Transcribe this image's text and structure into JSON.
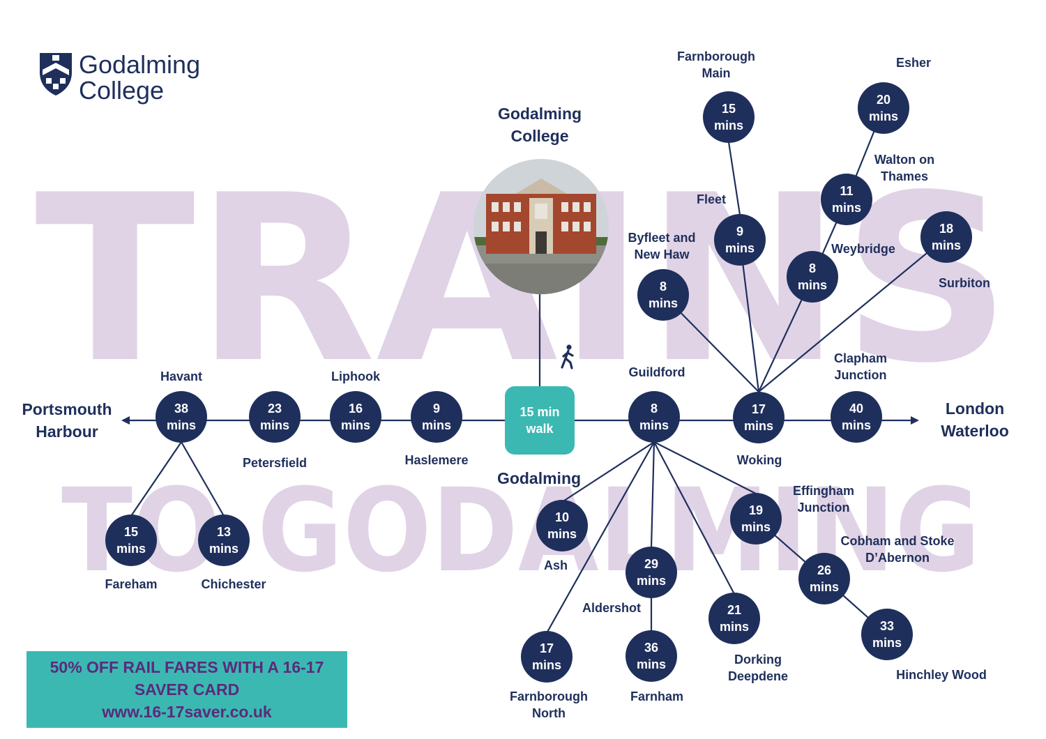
{
  "background_words": [
    "TRAINS",
    "TO GODALMING"
  ],
  "logo": {
    "text": "Godalming\nCollege",
    "icon": "college-shield-icon"
  },
  "college_label": "Godalming\nCollege",
  "walk": {
    "text": "15 min\nwalk",
    "icon": "walking-person-icon"
  },
  "godalming_label": "Godalming",
  "end_labels": {
    "west": "Portsmouth\nHarbour",
    "east": "London\nWaterloo"
  },
  "stations": [
    {
      "id": "havant",
      "label": "Havant",
      "time": "38\nmins"
    },
    {
      "id": "petersfield",
      "label": "Petersfield",
      "time": "23\nmins"
    },
    {
      "id": "liphook",
      "label": "Liphook",
      "time": "16\nmins"
    },
    {
      "id": "haslemere",
      "label": "Haslemere",
      "time": "9\nmins"
    },
    {
      "id": "guildford",
      "label": "Guildford",
      "time": "8\nmins"
    },
    {
      "id": "woking",
      "label": "Woking",
      "time": "17\nmins"
    },
    {
      "id": "clapham",
      "label": "Clapham\nJunction",
      "time": "40\nmins"
    },
    {
      "id": "fareham",
      "label": "Fareham",
      "time": "15\nmins"
    },
    {
      "id": "chichester",
      "label": "Chichester",
      "time": "13\nmins"
    },
    {
      "id": "ash",
      "label": "Ash",
      "time": "10\nmins"
    },
    {
      "id": "farnborough-north",
      "label": "Farnborough\nNorth",
      "time": "17\nmins"
    },
    {
      "id": "aldershot",
      "label": "Aldershot",
      "time": "29\nmins"
    },
    {
      "id": "farnham",
      "label": "Farnham",
      "time": "36\nmins"
    },
    {
      "id": "dorking",
      "label": "Dorking\nDeepdene",
      "time": "21\nmins"
    },
    {
      "id": "effingham",
      "label": "Effingham\nJunction",
      "time": "19\nmins"
    },
    {
      "id": "cobham",
      "label": "Cobham and Stoke\nD’Abernon",
      "time": "26\nmins"
    },
    {
      "id": "hinchley",
      "label": "Hinchley Wood",
      "time": "33\nmins"
    },
    {
      "id": "byfleet",
      "label": "Byfleet and\nNew Haw",
      "time": "8\nmins"
    },
    {
      "id": "fleet",
      "label": "Fleet",
      "time": "9\nmins"
    },
    {
      "id": "farnborough-main",
      "label": "Farnborough\nMain",
      "time": "15\nmins"
    },
    {
      "id": "weybridge",
      "label": "Weybridge",
      "time": "8\nmins"
    },
    {
      "id": "walton",
      "label": "Walton on\nThames",
      "time": "11\nmins"
    },
    {
      "id": "esher",
      "label": "Esher",
      "time": "20\nmins"
    },
    {
      "id": "surbiton",
      "label": "Surbiton",
      "time": "18\nmins"
    }
  ],
  "banner": {
    "line1": "50% OFF RAIL FARES WITH A 16-17",
    "line2": "SAVER CARD",
    "line3": "www.16-17saver.co.uk"
  },
  "colors": {
    "navy": "#1f2f5c",
    "teal": "#3cb8b2",
    "lilac": "#e0d3e6",
    "purple": "#5b2a7c"
  }
}
